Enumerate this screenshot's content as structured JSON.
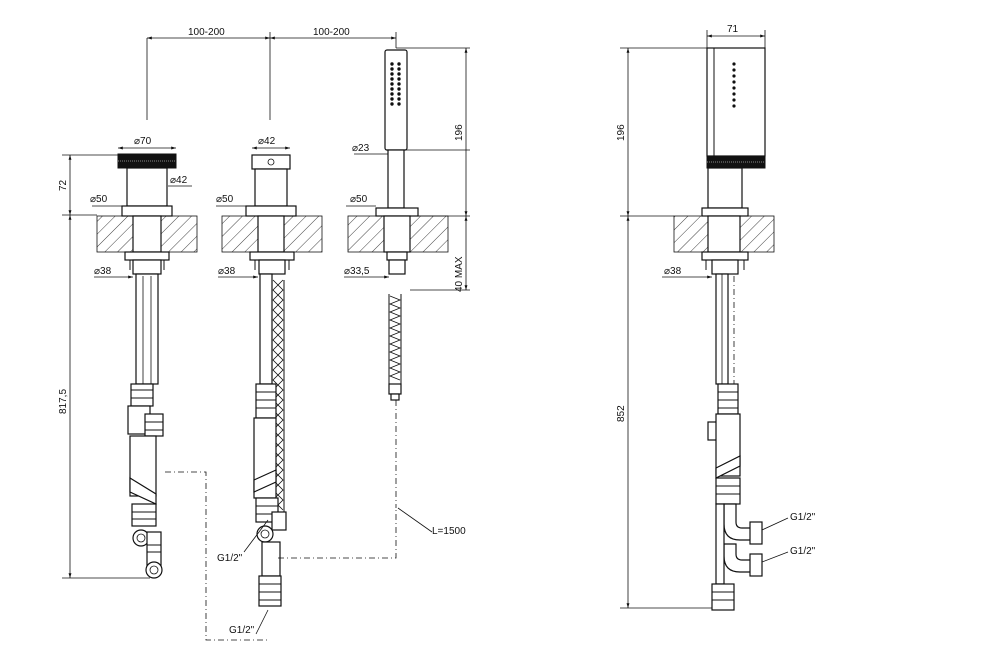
{
  "dimensions": {
    "spacing_1": "100-200",
    "spacing_2": "100-200",
    "height_72": "72",
    "height_817": "817,5",
    "height_196_front": "196",
    "height_40max": "40 MAX",
    "width_71": "71",
    "height_196_side": "196",
    "height_852": "852"
  },
  "diameters": {
    "d70": "70",
    "d42_a": "42",
    "d50_a": "50",
    "d38_a": "38",
    "d42_b": "42",
    "d50_b": "50",
    "d38_b": "38",
    "d23": "23",
    "d50_c": "50",
    "d33_5": "33,5",
    "d38_side": "38"
  },
  "labels": {
    "hose_length": "L=1500",
    "thread_1": "G1/2\"",
    "thread_2": "G1/2\"",
    "thread_side_1": "G1/2\"",
    "thread_side_2": "G1/2\""
  }
}
